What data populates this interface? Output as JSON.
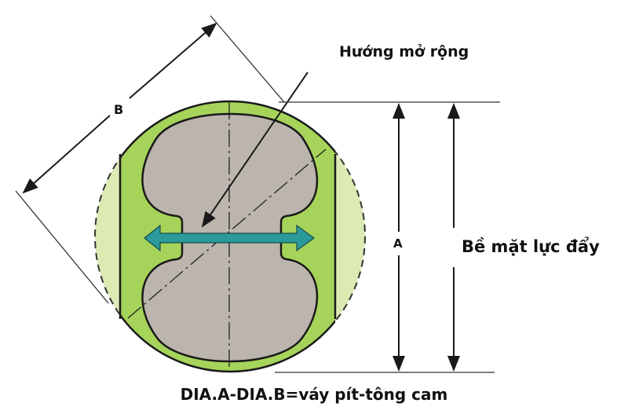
{
  "labels": {
    "expansion_direction": "Hướng mở rộng",
    "thrust_surface": "Bề mặt lực đẩy",
    "dim_a": "A",
    "dim_b": "B",
    "caption": "DIA.A-DIA.B=váy pít-tông cam"
  },
  "colors": {
    "skirt_green": "#a6d35a",
    "light_green": "#dcebb4",
    "piston_gray": "#bcb5ae",
    "arrow_teal": "#2a9a9a",
    "line": "#1a1a1a"
  }
}
